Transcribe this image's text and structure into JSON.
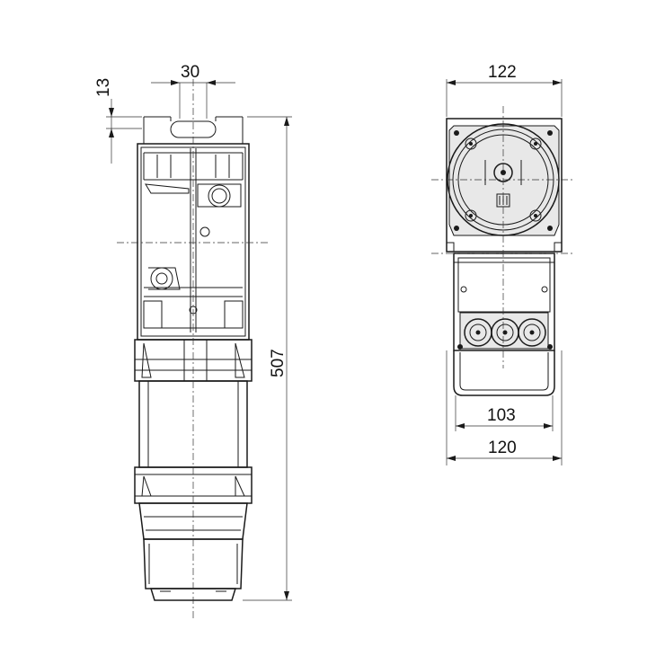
{
  "dimensions": {
    "side_top_height": "13",
    "side_slot_width": "30",
    "side_total_height": "507",
    "front_top_width": "122",
    "front_inner_width": "103",
    "front_base_width": "120"
  }
}
